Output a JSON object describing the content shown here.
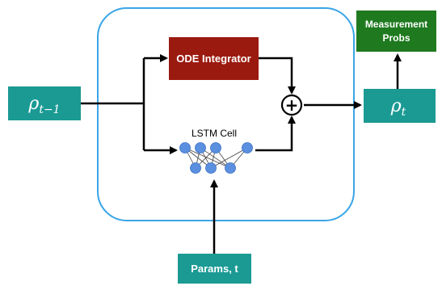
{
  "nodes": {
    "input": {
      "symbol": "ρ",
      "subscript": "t−1",
      "fill": "#1b9a94"
    },
    "output": {
      "symbol": "ρ",
      "subscript": "t",
      "fill": "#1b9a94"
    },
    "ode": {
      "label": "ODE Integrator",
      "fill": "#9b1a10"
    },
    "lstm": {
      "label": "LSTM Cell",
      "neuron_color": "#5b8fe0"
    },
    "measurement": {
      "line1": "Measurement",
      "line2": "Probs",
      "fill": "#1f7a1f"
    },
    "params": {
      "label": "Params, t",
      "fill": "#1b9a94"
    },
    "sum": {
      "symbol": "+"
    }
  },
  "container": {
    "stroke": "#3aa5e6"
  }
}
